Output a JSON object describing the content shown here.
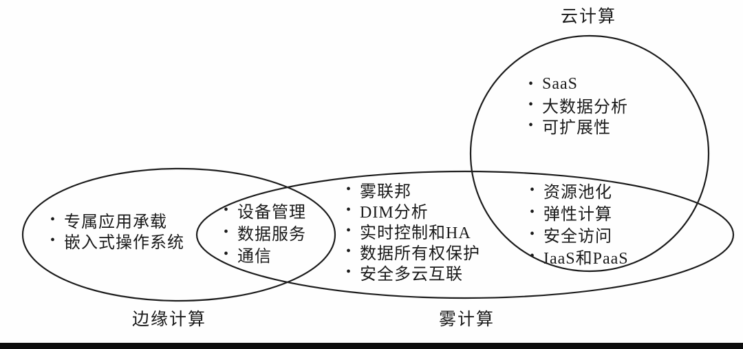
{
  "figure": {
    "bullet": "•",
    "labels": {
      "cloud": "云计算",
      "edge": "边缘计算",
      "fog": "雾计算"
    },
    "colors": {
      "line": "#1c1c1c",
      "text": "#1a1a1a",
      "background": "#fefefe",
      "bottom_bar": "#0c0c0c"
    },
    "lists": {
      "cloud_only": {
        "items": [
          "SaaS",
          "大数据分析",
          "可扩展性"
        ]
      },
      "cloud_fog_overlap": {
        "items": [
          "资源池化",
          "弹性计算",
          "安全访问",
          "IaaS和PaaS"
        ]
      },
      "fog_only": {
        "items": [
          "雾联邦",
          "DIM分析",
          "实时控制和HA",
          "数据所有权保护",
          "安全多云互联"
        ]
      },
      "edge_fog_overlap": {
        "items": [
          "设备管理",
          "数据服务",
          "通信"
        ]
      },
      "edge_only": {
        "items": [
          "专属应用承载",
          "嵌入式操作系统"
        ]
      }
    }
  }
}
